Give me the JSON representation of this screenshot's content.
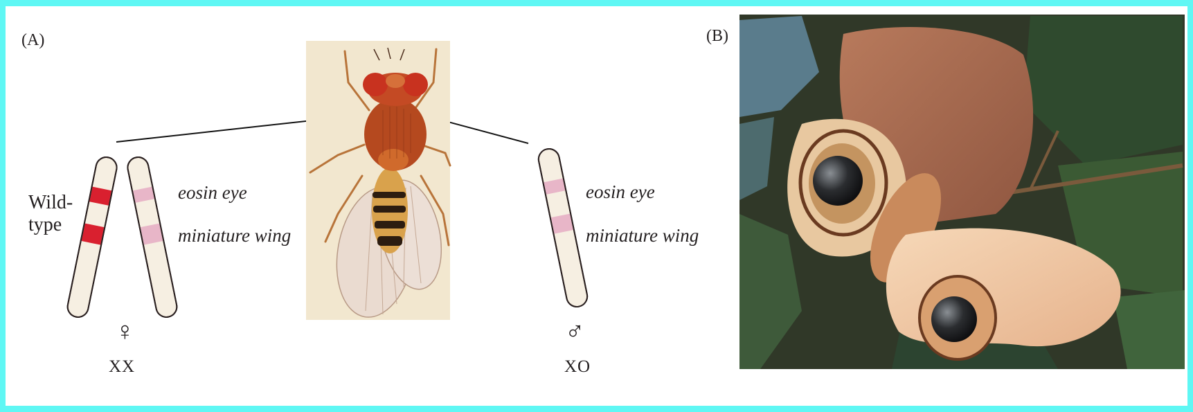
{
  "panel_a": {
    "label": "(A)",
    "female": {
      "wild_label_line1": "Wild-",
      "wild_label_line2": "type",
      "symbol": "♀",
      "genotype": "XX"
    },
    "mutant_labels": {
      "eye": "eosin eye",
      "wing": "miniature wing"
    },
    "male": {
      "eye": "eosin eye",
      "wing": "miniature wing",
      "symbol": "♂",
      "genotype": "XO"
    },
    "fly_illustration": "drosophila-gynandromorph"
  },
  "panel_b": {
    "label": "(B)",
    "photo": "gynandromorph-moth-photo"
  },
  "colors": {
    "background": "#5ff7f4",
    "wildtype_band": "#d9202f",
    "mutant_band": "#e8b6c8",
    "chromosome_fill": "#f6efe2"
  }
}
